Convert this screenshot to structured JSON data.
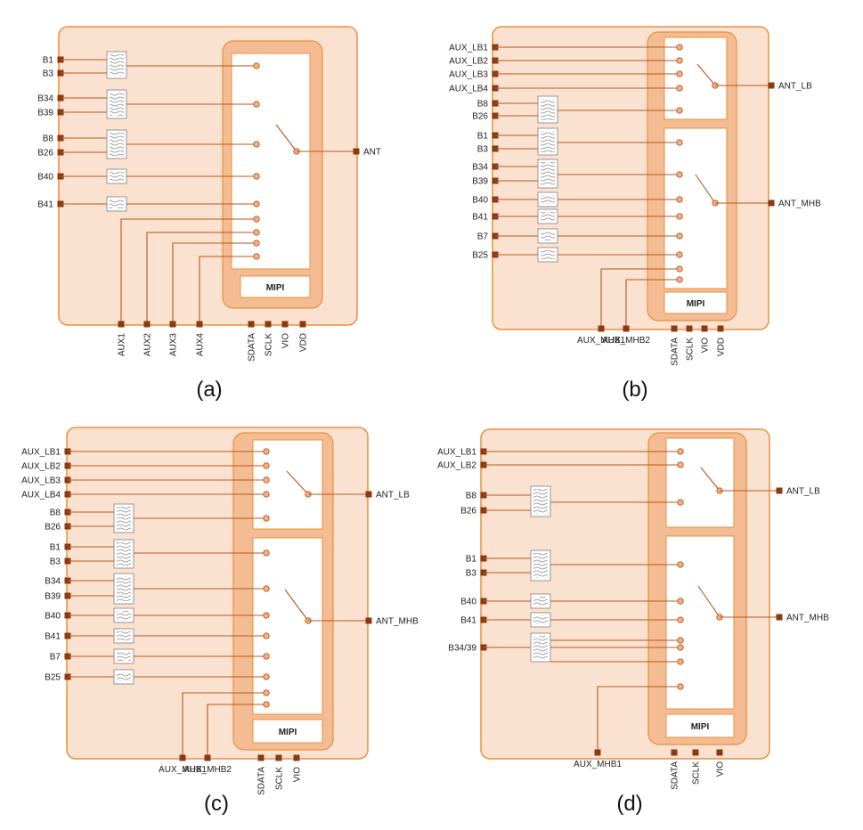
{
  "colors": {
    "chip_fill": "#fbe2d0",
    "chip_stroke": "#e8913e",
    "switch_fill": "#f3bc93",
    "inner_fill": "#ffffff",
    "wire": "#b4581f",
    "pin": "#8b3a10",
    "node_fill": "#f3b183",
    "filter_stroke": "#8c8c8c"
  },
  "mipi_label": "MIPI",
  "panels": [
    {
      "caption": "(a)",
      "left_pins": [
        "B1",
        "B3",
        "B34",
        "B39",
        "B8",
        "B26",
        "B40",
        "B41"
      ],
      "bottom_aux": [
        "AUX1",
        "AUX2",
        "AUX3",
        "AUX4"
      ],
      "bottom_ctrl": [
        "SDATA",
        "SCLK",
        "VIO",
        "VDD"
      ],
      "right_pins": [
        "ANT"
      ]
    },
    {
      "caption": "(b)",
      "left_pins": [
        "AUX_LB1",
        "AUX_LB2",
        "AUX_LB3",
        "AUX_LB4",
        "B8",
        "B26",
        "B1",
        "B3",
        "B34",
        "B39",
        "B40",
        "B41",
        "B7",
        "B25"
      ],
      "bottom_aux": [
        "AUX_MHB1",
        "AUX_MHB2"
      ],
      "bottom_ctrl": [
        "SDATA",
        "SCLK",
        "VIO",
        "VDD"
      ],
      "right_pins": [
        "ANT_LB",
        "ANT_MHB"
      ]
    },
    {
      "caption": "(c)",
      "left_pins": [
        "AUX_LB1",
        "AUX_LB2",
        "AUX_LB3",
        "AUX_LB4",
        "B8",
        "B26",
        "B1",
        "B3",
        "B34",
        "B39",
        "B40",
        "B41",
        "B7",
        "B25"
      ],
      "bottom_aux": [
        "AUX_MHB1",
        "AUX_MHB2"
      ],
      "bottom_ctrl": [
        "SDATA",
        "SCLK",
        "VIO"
      ],
      "right_pins": [
        "ANT_LB",
        "ANT_MHB"
      ]
    },
    {
      "caption": "(d)",
      "left_pins": [
        "AUX_LB1",
        "AUX_LB2",
        "B8",
        "B26",
        "B1",
        "B3",
        "B40",
        "B41",
        "B34/39"
      ],
      "bottom_aux": [
        "AUX_MHB1"
      ],
      "bottom_ctrl": [
        "SDATA",
        "SCLK",
        "VIO"
      ],
      "right_pins": [
        "ANT_LB",
        "ANT_MHB"
      ]
    }
  ]
}
